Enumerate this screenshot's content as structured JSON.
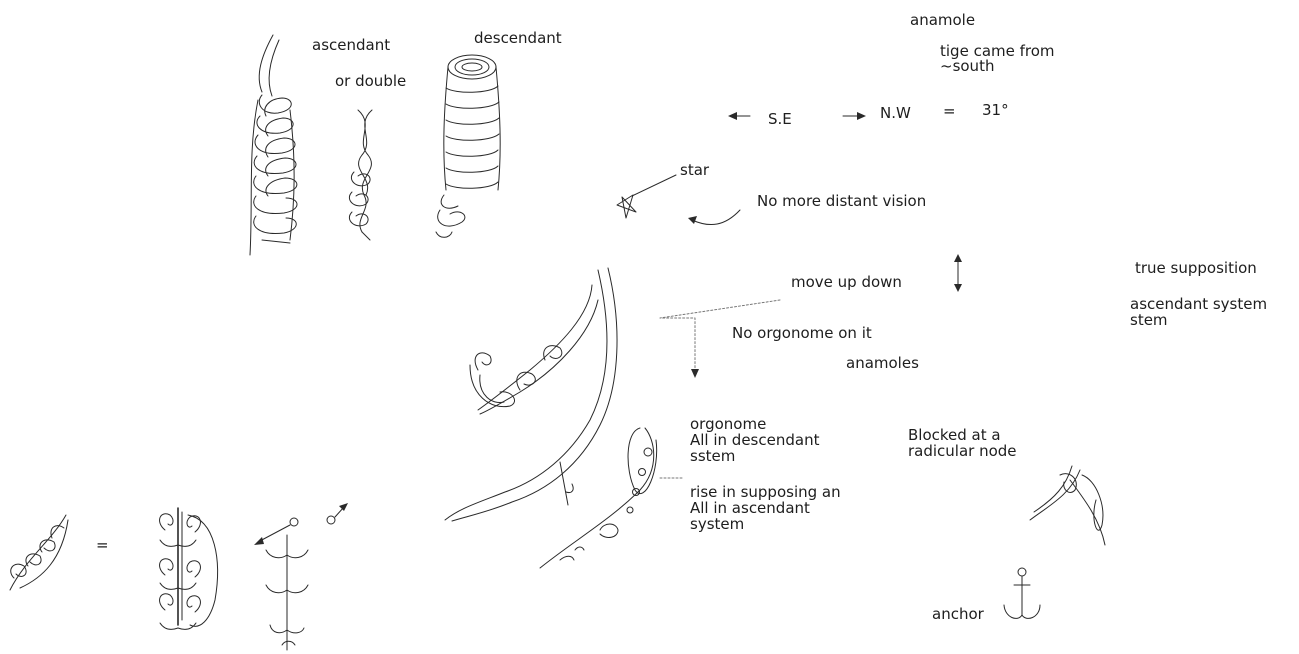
{
  "labels": {
    "ascendant": "ascendant",
    "or_double": "or double",
    "descendant": "descendant",
    "anamole": "anamole",
    "tige": "tige came from\n~south",
    "se": "S.E",
    "nw": "N.W",
    "equals": "=",
    "degrees": "31°",
    "star": "star",
    "no_distant": "No more distant vision",
    "move_up_down": "move up down",
    "true_supposition": "true supposition",
    "ascendant_system_stem": "ascendant system\nstem",
    "no_orgonome": "No orgonome on it",
    "anamoles": "anamoles",
    "orgonome_desc": "orgonome\nAll in descendant\nsstem",
    "rise": "rise in supposing an\nAll in ascendant\nsystem",
    "blocked": "Blocked at a\nradicular node",
    "anchor": "anchor",
    "bottom_equals": "="
  }
}
